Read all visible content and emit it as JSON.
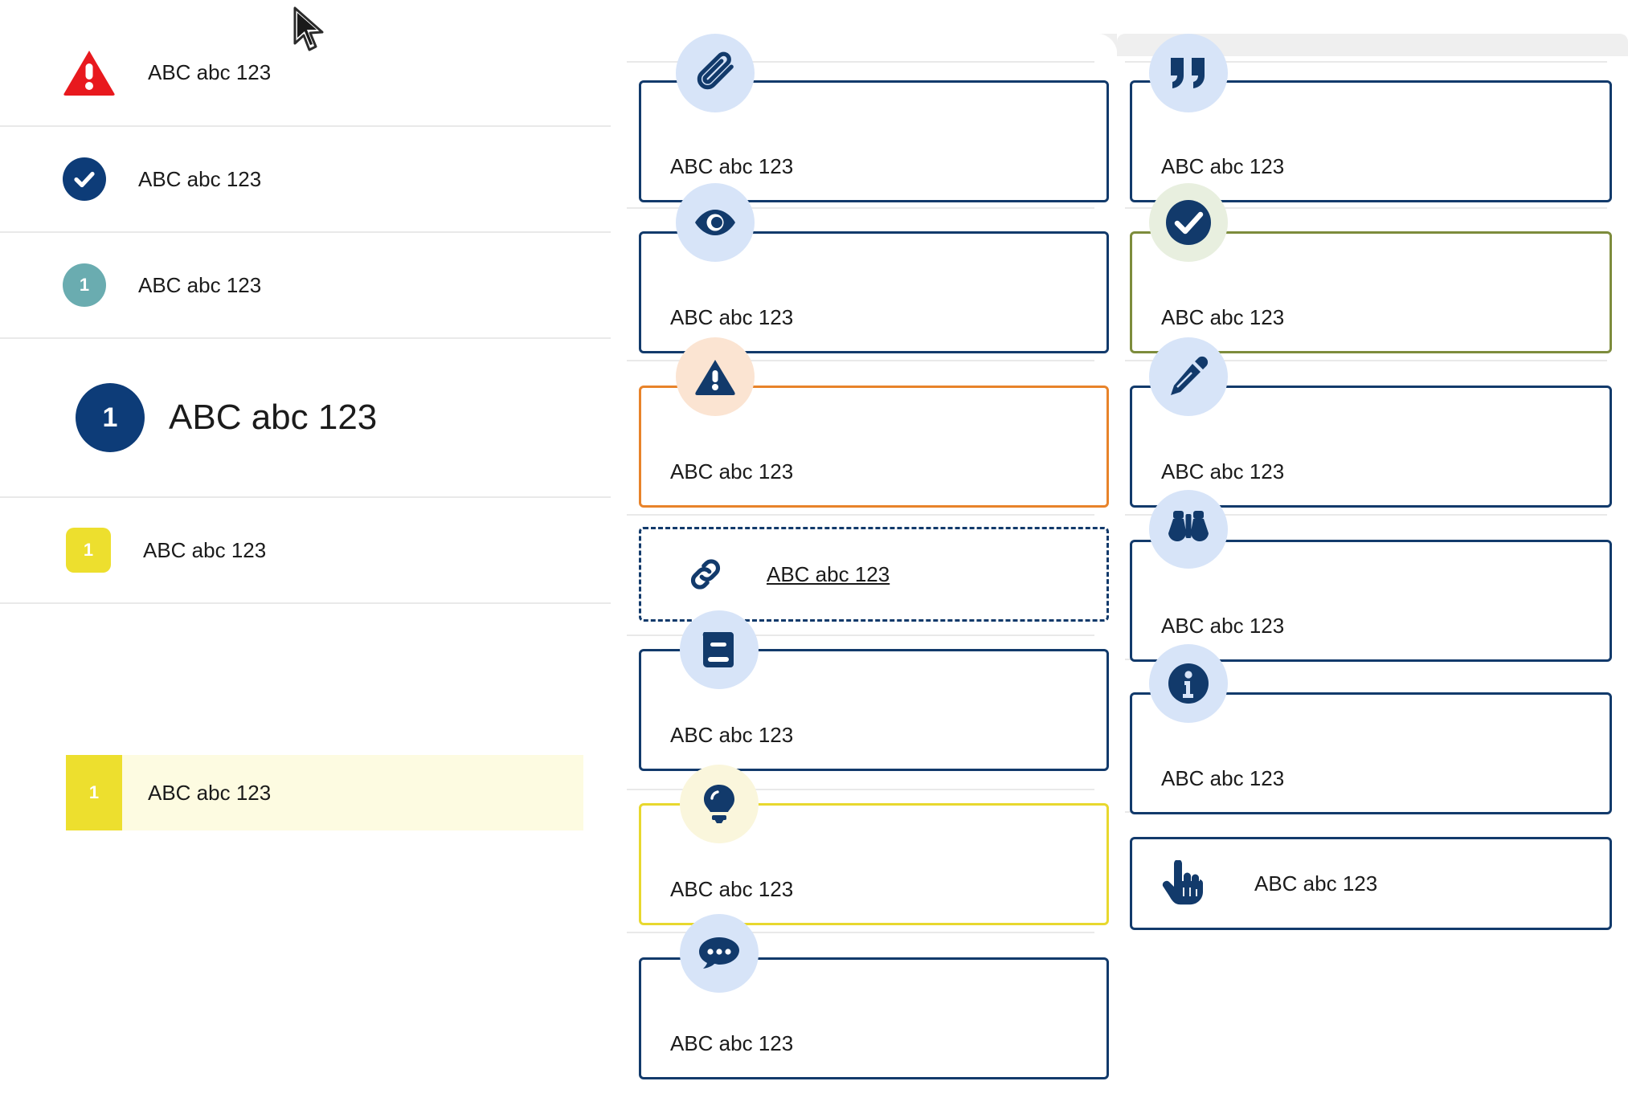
{
  "sidebar": {
    "items": [
      {
        "indicator": "warning-triangle-icon",
        "badge": "",
        "label": "ABC abc 123"
      },
      {
        "indicator": "check-circle-icon",
        "badge": "",
        "label": "ABC abc 123"
      },
      {
        "indicator": "number-circle-teal",
        "badge": "1",
        "label": "ABC abc 123"
      },
      {
        "indicator": "number-circle-navy-large",
        "badge": "1",
        "label": "ABC abc 123"
      },
      {
        "indicator": "number-square-yellow",
        "badge": "1",
        "label": "ABC abc 123"
      },
      {
        "indicator": "number-square-yellow-highlighted",
        "badge": "1",
        "label": "ABC abc 123"
      }
    ]
  },
  "middle_column": {
    "cards": [
      {
        "icon": "paperclip-icon",
        "icon_bg": "blue",
        "border": "navy",
        "label": "ABC abc 123",
        "style": "stacked"
      },
      {
        "icon": "eye-icon",
        "icon_bg": "blue",
        "border": "navy",
        "label": "ABC abc 123",
        "style": "stacked"
      },
      {
        "icon": "warning-triangle-icon",
        "icon_bg": "peach",
        "border": "orange",
        "label": "ABC abc 123",
        "style": "stacked"
      },
      {
        "icon": "link-icon",
        "icon_bg": "none",
        "border": "dashed",
        "label": "ABC abc 123",
        "style": "inline-link"
      },
      {
        "icon": "book-icon",
        "icon_bg": "blue",
        "border": "navy",
        "label": "ABC abc 123",
        "style": "stacked"
      },
      {
        "icon": "lightbulb-icon",
        "icon_bg": "cream",
        "border": "yellow",
        "label": "ABC abc 123",
        "style": "stacked"
      },
      {
        "icon": "comment-icon",
        "icon_bg": "blue",
        "border": "navy",
        "label": "ABC abc 123",
        "style": "stacked"
      }
    ]
  },
  "right_column": {
    "cards": [
      {
        "icon": "quote-icon",
        "icon_bg": "blue",
        "border": "navy",
        "label": "ABC abc 123",
        "style": "stacked"
      },
      {
        "icon": "check-circle-icon",
        "icon_bg": "mint",
        "border": "olive",
        "label": "ABC abc 123",
        "style": "stacked"
      },
      {
        "icon": "pencil-icon",
        "icon_bg": "blue",
        "border": "navy",
        "label": "ABC abc 123",
        "style": "stacked"
      },
      {
        "icon": "binoculars-icon",
        "icon_bg": "blue",
        "border": "navy",
        "label": "ABC abc 123",
        "style": "stacked"
      },
      {
        "icon": "info-icon",
        "icon_bg": "blue",
        "border": "navy",
        "label": "ABC abc 123",
        "style": "stacked"
      },
      {
        "icon": "pointing-hand-icon",
        "icon_bg": "none",
        "border": "navy",
        "label": "ABC abc 123",
        "style": "inline"
      }
    ]
  },
  "cursor": {
    "name": "mouse-pointer"
  },
  "colors": {
    "navy": "#123a6b",
    "navy_deep": "#0d3c78",
    "orange": "#e8832a",
    "olive": "#7d8c3c",
    "yellow": "#e8d82e",
    "red": "#e8191e",
    "teal": "#6aacb0",
    "icon_blue_bg": "#d7e4f8",
    "icon_peach_bg": "#fbe4d2",
    "icon_mint_bg": "#e8efdf",
    "icon_cream_bg": "#faf6dc",
    "highlight_row_bg": "#fdfbe1",
    "divider": "#e9e9e9"
  }
}
